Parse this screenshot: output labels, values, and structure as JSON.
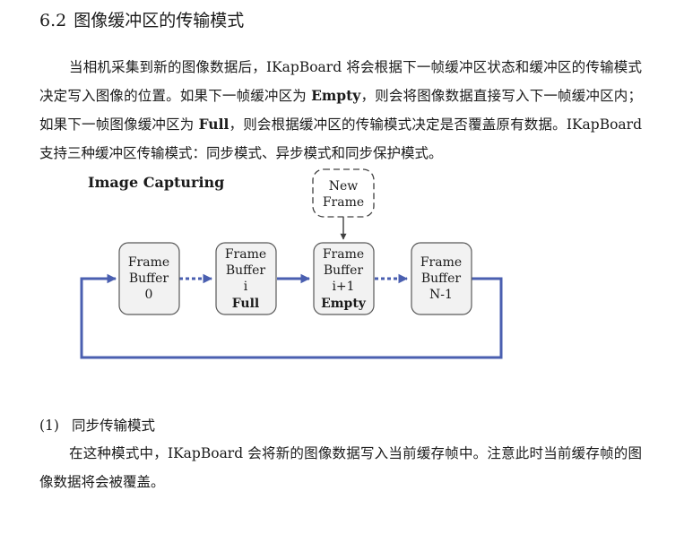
{
  "section": {
    "number": "6.2",
    "title": "图像缓冲区的传输模式"
  },
  "intro": {
    "text_1": "当相机采集到新的图像数据后，IKapBoard 将会根据下一帧缓冲区状态和缓冲区的传输模式决定写入图像的位置。如果下一帧缓冲区为 ",
    "bold_1": "Empty",
    "text_2": "，则会将图像数据直接写入下一帧缓冲区内；如果下一帧图像缓冲区为 ",
    "bold_2": "Full",
    "text_3": "，则会根据缓冲区的传输模式决定是否覆盖原有数据。IKapBoard 支持三种缓冲区传输模式：同步模式、异步模式和同步保护模式。"
  },
  "diagram": {
    "title": "Image Capturing",
    "new_frame": [
      "New",
      "Frame"
    ],
    "buffers": [
      {
        "lines": [
          "Frame",
          "Buffer",
          "0"
        ],
        "status": ""
      },
      {
        "lines": [
          "Frame",
          "Buffer",
          "i"
        ],
        "status": "Full"
      },
      {
        "lines": [
          "Frame",
          "Buffer",
          "i+1"
        ],
        "status": "Empty"
      },
      {
        "lines": [
          "Frame",
          "Buffer",
          "N-1"
        ],
        "status": ""
      }
    ],
    "colors": {
      "arrow": "#4a5fb0",
      "box_fill": "#f2f2f2"
    }
  },
  "subsection": {
    "number": "(1)",
    "title": "同步传输模式",
    "text": "在这种模式中，IKapBoard 会将新的图像数据写入当前缓存帧中。注意此时当前缓存帧的图像数据将会被覆盖。"
  }
}
